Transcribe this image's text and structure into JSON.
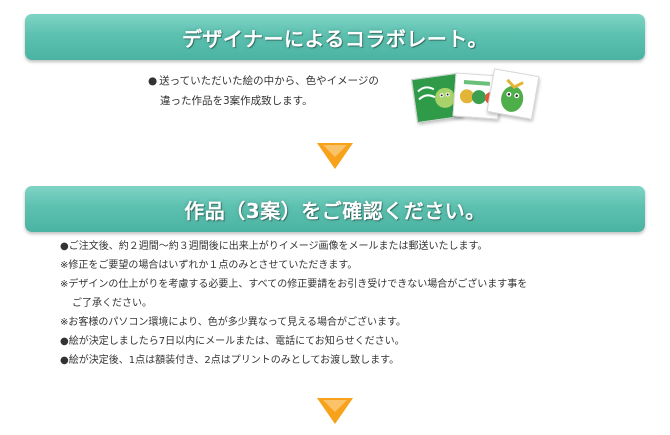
{
  "banners": {
    "collab_title": "デザイナーによるコラボレート。",
    "confirm_title": "作品（3案）をご確認ください。"
  },
  "intro": {
    "bullet": "●",
    "line1": "送っていただいた絵の中から、色やイメージの",
    "line2": "違った作品を3案作成致します。"
  },
  "details": [
    "●ご注文後、約２週間～約３週間後に出来上がりイメージ画像をメールまたは郵送いたします。",
    "※修正をご要望の場合はいずれか１点のみとさせていただきます。",
    "※デザインの仕上がりを考慮する必要上、すべての修正要請をお引き受けできない場合がございます事を",
    "ご了承ください。",
    "※お客様のパソコン環境により、色が多少異なって見える場合がございます。",
    "●絵が決定しましたら7日以内にメールまたは、電話にてお知らせください。",
    "●絵が決定後、1点は額装付き、2点はプリントのみとしてお渡し致します。"
  ],
  "colors": {
    "banner": "#5dc1b0",
    "arrow": "#f7a21a",
    "text": "#333333"
  },
  "icons": {
    "artwork": "sample-artwork-cards",
    "arrow": "down-arrow-icon"
  }
}
